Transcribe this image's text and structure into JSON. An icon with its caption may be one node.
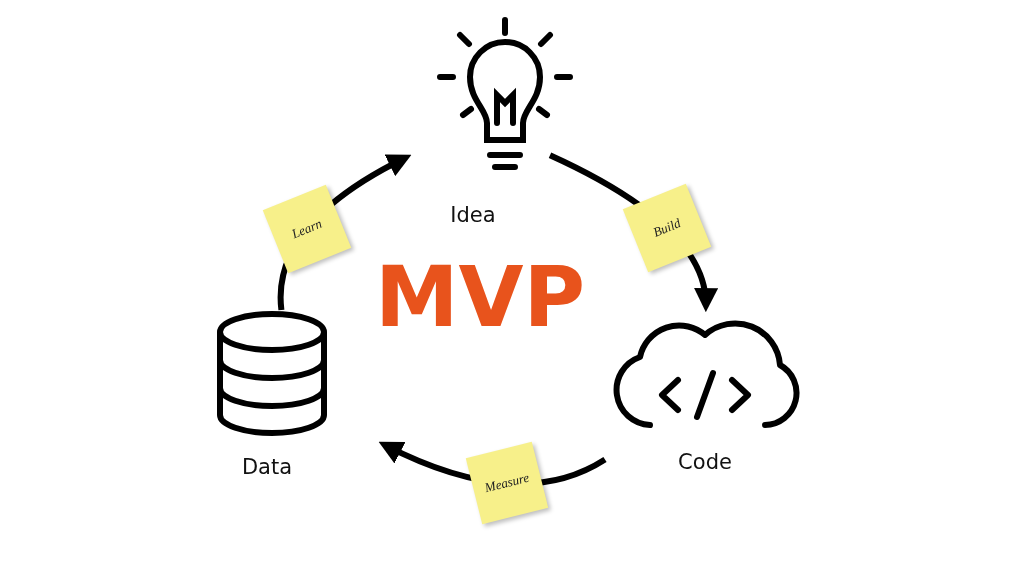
{
  "diagram": {
    "title": "MVP",
    "nodes": [
      {
        "text": [
          "Idea"
        ]
      },
      {
        "text": [
          "Code"
        ]
      },
      {
        "text": [
          "Data"
        ]
      }
    ],
    "edges": [
      {
        "from": 0,
        "to": 1,
        "arrow": "to",
        "label": "Build"
      },
      {
        "from": 1,
        "to": 2,
        "arrow": "to",
        "label": "Measure"
      },
      {
        "from": 2,
        "to": 0,
        "arrow": "to",
        "label": "Learn"
      }
    ]
  }
}
